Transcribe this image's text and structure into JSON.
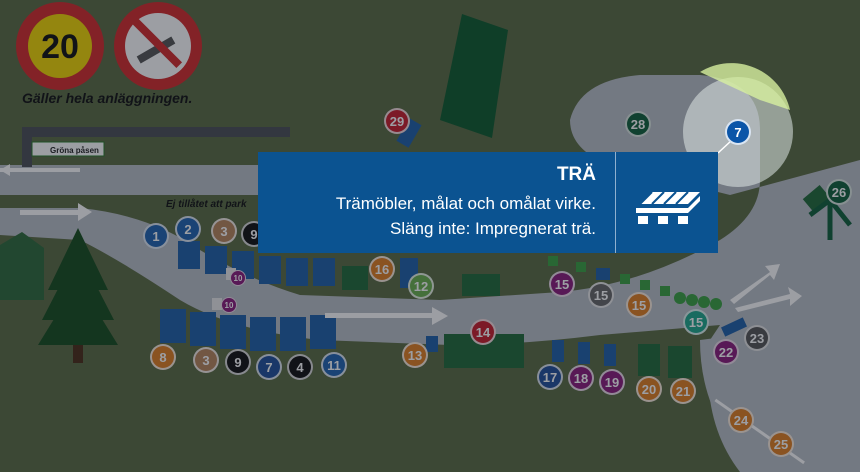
{
  "signs": {
    "speed_limit": "20",
    "caption": "Gäller hela anläggningen.",
    "green_bag_sign": "Gröna påsen",
    "no_parking": "Ej tillåtet att park"
  },
  "popup": {
    "title": "TRÄ",
    "line1": "Trämöbler, målat och omålat virke.",
    "line2": "Släng inte: Impregnerat trä.",
    "icon": "wood-pallet-icon"
  },
  "colors": {
    "popup_bg": "#0b5391",
    "highlight": "#d7f0a0"
  },
  "markers": [
    {
      "id": "m1",
      "label": "1",
      "color": "#1f62b0"
    },
    {
      "id": "m2",
      "label": "2",
      "color": "#1f62b0"
    },
    {
      "id": "m3a",
      "label": "3",
      "color": "#b7855a"
    },
    {
      "id": "m9a",
      "label": "9",
      "color": "#111111"
    },
    {
      "id": "m10a",
      "label": "10",
      "color": "#8a1a7a"
    },
    {
      "id": "m10b",
      "label": "10",
      "color": "#8a1a7a"
    },
    {
      "id": "m8",
      "label": "8",
      "color": "#e07e20"
    },
    {
      "id": "m3b",
      "label": "3",
      "color": "#b7855a"
    },
    {
      "id": "m9b",
      "label": "9",
      "color": "#111111"
    },
    {
      "id": "m7b",
      "label": "7",
      "color": "#1f4f9a"
    },
    {
      "id": "m4",
      "label": "4",
      "color": "#111111"
    },
    {
      "id": "m11",
      "label": "11",
      "color": "#1f62b0"
    },
    {
      "id": "m16",
      "label": "16",
      "color": "#e07e20"
    },
    {
      "id": "m12",
      "label": "12",
      "color": "#6ab04c"
    },
    {
      "id": "m13",
      "label": "13",
      "color": "#e07e20"
    },
    {
      "id": "m14",
      "label": "14",
      "color": "#c81d2a"
    },
    {
      "id": "m29",
      "label": "29",
      "color": "#c81d2a"
    },
    {
      "id": "m28",
      "label": "28",
      "color": "#0f5f3a"
    },
    {
      "id": "m7a",
      "label": "7",
      "color": "#0b55a8"
    },
    {
      "id": "m26",
      "label": "26",
      "color": "#0f5f3a"
    },
    {
      "id": "m15a",
      "label": "15",
      "color": "#8a1a7a"
    },
    {
      "id": "m15b",
      "label": "15",
      "color": "#666666"
    },
    {
      "id": "m15c",
      "label": "15",
      "color": "#e07e20"
    },
    {
      "id": "m15d",
      "label": "15",
      "color": "#1ea88a"
    },
    {
      "id": "m17",
      "label": "17",
      "color": "#1f4f9a"
    },
    {
      "id": "m18",
      "label": "18",
      "color": "#8a1a7a"
    },
    {
      "id": "m19",
      "label": "19",
      "color": "#8a1a7a"
    },
    {
      "id": "m20",
      "label": "20",
      "color": "#e07e20"
    },
    {
      "id": "m21",
      "label": "21",
      "color": "#e07e20"
    },
    {
      "id": "m22",
      "label": "22",
      "color": "#8a1a7a"
    },
    {
      "id": "m23",
      "label": "23",
      "color": "#555555"
    },
    {
      "id": "m24",
      "label": "24",
      "color": "#e07e20"
    },
    {
      "id": "m25",
      "label": "25",
      "color": "#e07e20"
    }
  ]
}
